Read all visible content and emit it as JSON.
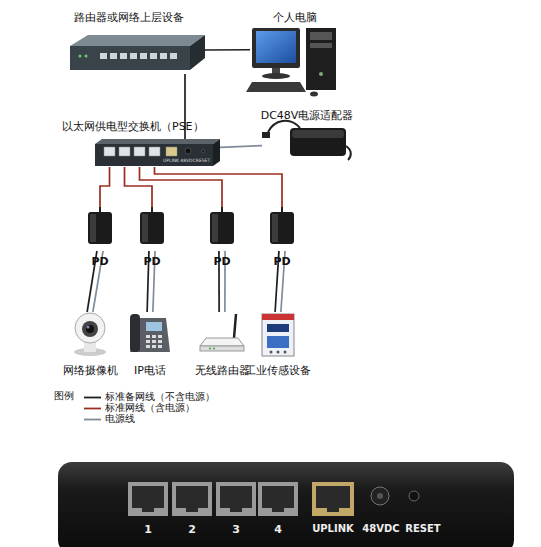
{
  "diagram": {
    "nodes": [
      {
        "text": [
          "路由器或网络上层设备"
        ]
      },
      {
        "text": [
          "个人电脑"
        ]
      },
      {
        "text": [
          "DC48V电源适配器"
        ]
      },
      {
        "text": [
          "以太网供电型交换机（PSE）"
        ]
      },
      {
        "text": [
          "PD"
        ]
      },
      {
        "text": [
          "PD"
        ]
      },
      {
        "text": [
          "PD"
        ]
      },
      {
        "text": [
          "PD"
        ]
      },
      {
        "text": [
          "网络摄像机"
        ]
      },
      {
        "text": [
          "IP电话"
        ]
      },
      {
        "text": [
          "无线路由器"
        ]
      },
      {
        "text": [
          "工业传感设备"
        ]
      }
    ],
    "edges": [
      {
        "from": 0,
        "to": 1,
        "arrow": "none"
      },
      {
        "from": 0,
        "to": 3,
        "arrow": "none"
      },
      {
        "from": 2,
        "to": 3,
        "arrow": "none"
      },
      {
        "from": 3,
        "to": 4,
        "arrow": "none"
      },
      {
        "from": 3,
        "to": 5,
        "arrow": "none"
      },
      {
        "from": 3,
        "to": 6,
        "arrow": "none"
      },
      {
        "from": 3,
        "to": 7,
        "arrow": "none"
      },
      {
        "from": 4,
        "to": 8,
        "arrow": "none"
      },
      {
        "from": 4,
        "to": 8,
        "arrow": "none"
      },
      {
        "from": 5,
        "to": 9,
        "arrow": "none"
      },
      {
        "from": 5,
        "to": 9,
        "arrow": "none"
      },
      {
        "from": 6,
        "to": 10,
        "arrow": "none"
      },
      {
        "from": 6,
        "to": 10,
        "arrow": "none"
      },
      {
        "from": 7,
        "to": 11,
        "arrow": "none"
      },
      {
        "from": 7,
        "to": 11,
        "arrow": "none"
      }
    ],
    "labels": [
      "UPLINK",
      "48VDC",
      "RESET",
      "图例",
      "1",
      "2",
      "3",
      "4",
      "UPLINK",
      "48VDC",
      "RESET"
    ],
    "legend": [
      {
        "text": "标准备网线（不含电源）"
      },
      {
        "text": "标准网线（含电源）"
      },
      {
        "text": "电源线"
      }
    ]
  }
}
